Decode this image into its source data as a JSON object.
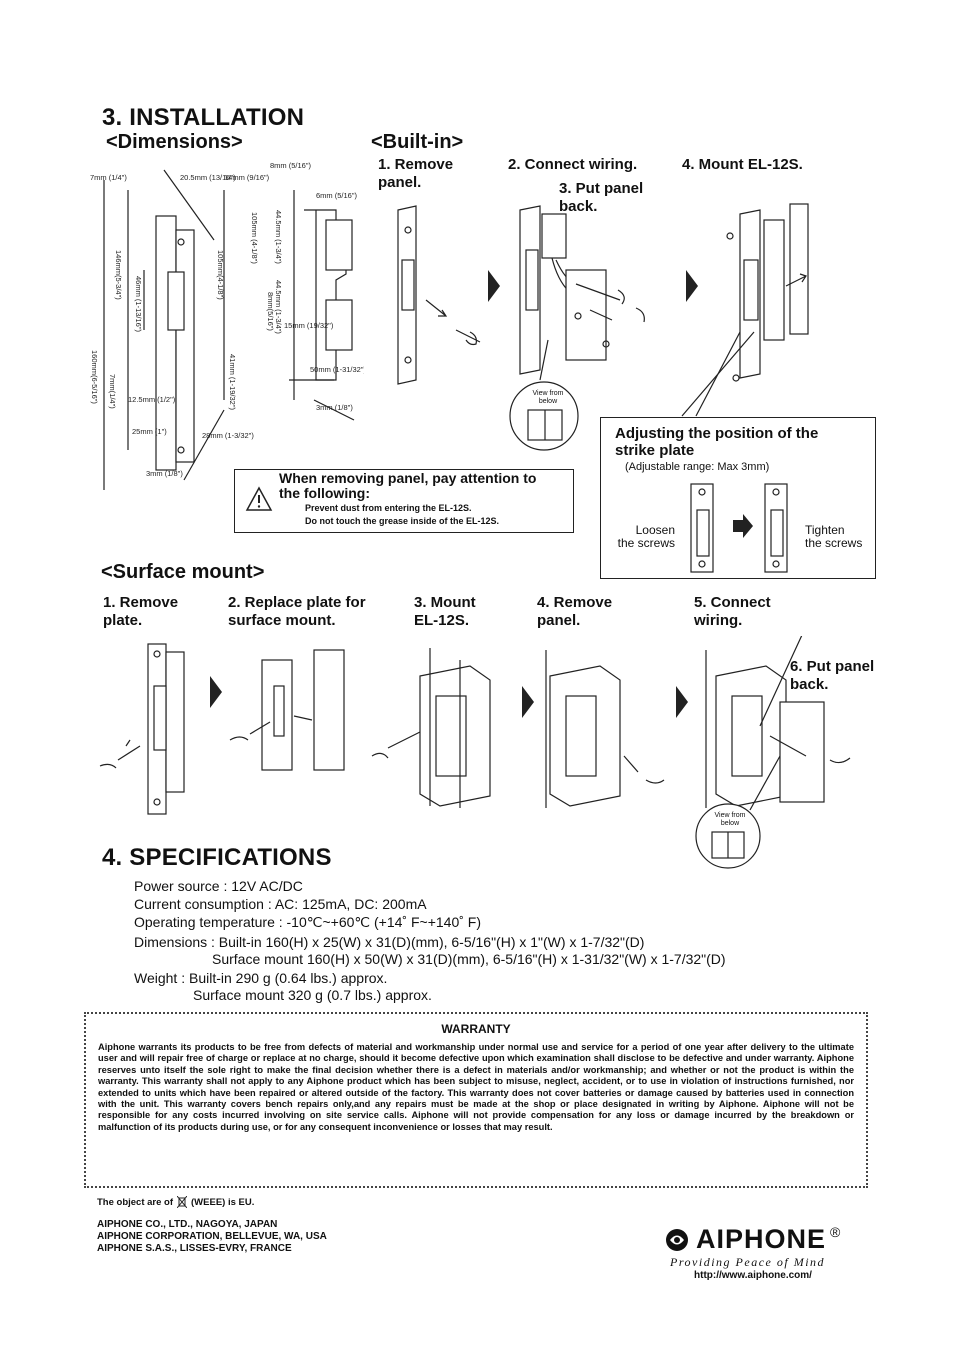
{
  "installation": {
    "title": "3. INSTALLATION",
    "dimensions_heading": "<Dimensions>",
    "builtin_heading": "<Built-in>",
    "builtin_steps": [
      "1. Remove\n    panel.",
      "2. Connect wiring.",
      "3. Put panel\n    back.",
      "4. Mount EL-12S."
    ],
    "dimension_labels": [
      "7mm\n(1/4\")",
      "20.5mm\n(13/16\")",
      "14mm\n(9/16\")",
      "8mm\n(5/16\")",
      "6mm\n(5/16\")",
      "160mm(6-5/16\")",
      "146mm(5-3/4\")",
      "46mm\n(1-13/16\")",
      "105mm(4-1/8\")",
      "105mm\n(4-1/8\")",
      "44.5mm\n(1-3/4\")",
      "44.5mm\n(1-3/4\")",
      "8mm(5/16\")",
      "15mm\n(19/32\")",
      "41mm\n(1-19/32\")",
      "7mm(1/4\")",
      "12.5mm\n(1/2\")",
      "25mm\n(1\")",
      "28mm\n(1-3/32\")",
      "50mm\n(1-31/32\")",
      "3mm\n(1/8\")",
      "3mm\n(1/8\")"
    ],
    "view_from_below": "View from\nbelow",
    "warning": {
      "title": "When removing panel, pay attention to\nthe following:",
      "line1": "Prevent dust from entering the EL-12S.",
      "line2": "Do not touch the grease inside of the EL-12S."
    },
    "adjust": {
      "title": "Adjusting the position of the\nstrike plate",
      "range": "(Adjustable range: Max 3mm)",
      "loosen": "Loosen\nthe screws",
      "tighten": "Tighten\nthe screws"
    },
    "surface_heading": "<Surface mount>",
    "surface_steps": [
      "1. Remove\n    plate.",
      "2. Replace plate for\n    surface mount.",
      "3. Mount\n    EL-12S.",
      "4. Remove\n    panel.",
      "5. Connect\n    wiring.",
      "6. Put panel\n    back."
    ]
  },
  "specifications": {
    "title": "4. SPECIFICATIONS",
    "lines": [
      "Power source : 12V AC/DC",
      "Current consumption : AC: 125mA, DC: 200mA",
      "Operating temperature : -10℃~+60℃ (+14˚ F~+140˚ F)",
      "Dimensions : Built-in 160(H) x 25(W) x 31(D)(mm), 6-5/16\"(H) x 1\"(W) x 1-7/32\"(D)",
      "Surface mount 160(H) x 50(W) x 31(D)(mm), 6-5/16\"(H) x 1-31/32\"(W) x 1-7/32\"(D)",
      "Weight : Built-in 290 g (0.64 lbs.) approx.",
      "Surface mount 320 g (0.7 lbs.) approx."
    ]
  },
  "warranty": {
    "title": "WARRANTY",
    "text": "Aiphone warrants its products to be free from defects of material and workmanship under normal use and service for a period of one year after delivery to the ultimate user and will repair free of charge or replace at no charge, should it become defective upon which examination shall disclose to be defective and under warranty. Aiphone reserves unto itself the sole right to make the final decision whether there is a defect in materials and/or workmanship; and whether or not the product is within the warranty. This warranty shall not apply to any Aiphone product which has been subject to misuse, neglect, accident, or to use in violation of instructions furnished, nor extended to units which have been repaired or altered outside of the factory. This warranty does not cover batteries or damage caused by batteries used in connection with the unit. This warranty covers bench repairs only,and any repairs must be made at the shop or place designated in writing by Aiphone. Aiphone will not be responsible for any costs incurred involving on site service calls. Aiphone will not provide compensation for any loss or damage incurred by the breakdown or malfunction of its products during use, or for any consequent inconvenience or losses that may result."
  },
  "weee": {
    "prefix": "The object are of",
    "suffix": "(WEEE) is EU."
  },
  "addresses": [
    "AIPHONE CO., LTD., NAGOYA, JAPAN",
    "AIPHONE CORPORATION, BELLEVUE, WA, USA",
    "AIPHONE S.A.S., LISSES-EVRY, FRANCE"
  ],
  "brand": {
    "name": "AIPHONE",
    "registered": "®",
    "tagline": "Providing Peace of Mind",
    "url": "http://www.aiphone.com/"
  }
}
